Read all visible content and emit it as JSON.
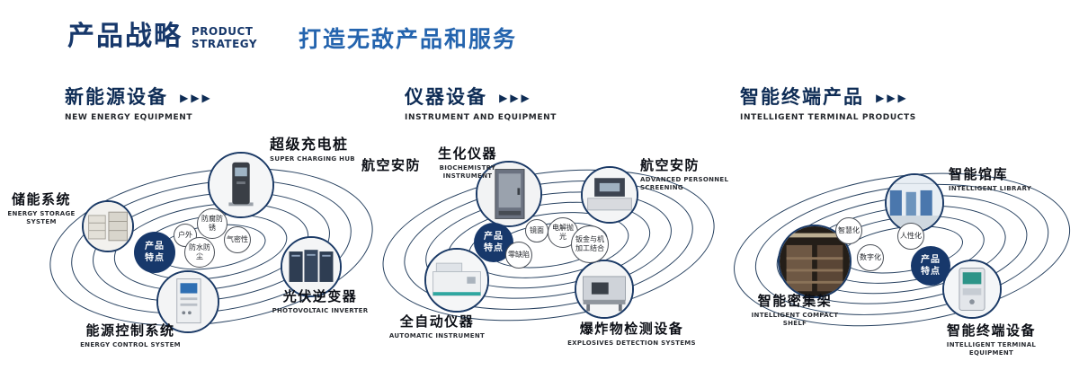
{
  "header": {
    "title_zh": "产品战略",
    "title_en1": "PRODUCT",
    "title_en2": "STRATEGY",
    "slogan": "打造无敌产品和服务",
    "chevrons": "▶▶▶"
  },
  "sections": [
    {
      "title_zh": "新能源设备",
      "title_en": "NEW ENERGY EQUIPMENT",
      "badge": "产品特点",
      "features": [
        "户外",
        "防腐防锈",
        "气密性",
        "防水防尘"
      ],
      "nodes": [
        {
          "zh": "超级充电桩",
          "en": "SUPER CHARGING HUB"
        },
        {
          "zh": "储能系统",
          "en": "ENERGY STORAGE SYSTEM"
        },
        {
          "zh": "光伏逆变器",
          "en": "PHOTOVOLTAIC INVERTER"
        },
        {
          "zh": "能源控制系统",
          "en": "ENERGY CONTROL SYSTEM"
        }
      ]
    },
    {
      "title_zh": "仪器设备",
      "title_en": "INSTRUMENT AND EQUIPMENT",
      "badge": "产品特点",
      "features": [
        "镜面",
        "电解抛光",
        "零缺陷",
        "钣金与机加工结合"
      ],
      "nodes": [
        {
          "zh": "航空安防",
          "en": ""
        },
        {
          "zh": "生化仪器",
          "en": "BIOCHEMISTRY INSTRUMENT"
        },
        {
          "zh": "航空安防",
          "en": "ADVANCED PERSONNEL SCREENING"
        },
        {
          "zh": "全自动仪器",
          "en": "AUTOMATIC INSTRUMENT"
        },
        {
          "zh": "爆炸物检测设备",
          "en": "EXPLOSIVES DETECTION SYSTEMS"
        }
      ]
    },
    {
      "title_zh": "智能终端产品",
      "title_en": "INTELLIGENT TERMINAL PRODUCTS",
      "badge": "产品特点",
      "features": [
        "智慧化",
        "人性化",
        "数字化"
      ],
      "nodes": [
        {
          "zh": "智能馆库",
          "en": "INTELLIGENT LIBRARY"
        },
        {
          "zh": "智能密集架",
          "en": "INTELLIGENT COMPACT SHELF"
        },
        {
          "zh": "智能终端设备",
          "en": "INTELLIGENT TERMINAL EQUIPMENT"
        }
      ]
    }
  ]
}
